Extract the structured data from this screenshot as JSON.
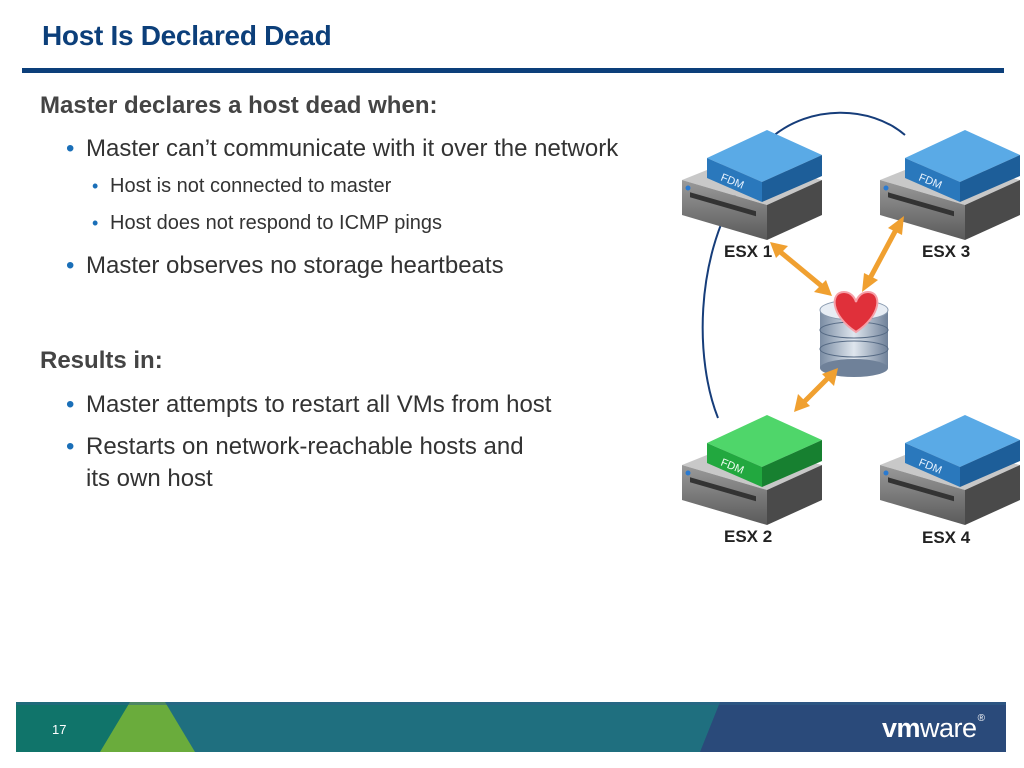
{
  "slide": {
    "title": "Host Is Declared Dead",
    "page_number": "17"
  },
  "section1": {
    "heading": "Master declares a host dead when:",
    "bullet1": "Master can’t communicate with it over the network",
    "sub1": "Host is not connected to master",
    "sub2": "Host does not respond to ICMP pings",
    "bullet2": "Master observes no storage heartbeats"
  },
  "section2": {
    "heading": "Results in:",
    "bullet1": "Master attempts to restart all VMs from host",
    "bullet2_line1": "Restarts on network-reachable hosts and",
    "bullet2_line2": "its own host"
  },
  "diagram": {
    "hosts": [
      {
        "label": "ESX 1",
        "agent": "FDM",
        "state": "normal"
      },
      {
        "label": "ESX 3",
        "agent": "FDM",
        "state": "normal"
      },
      {
        "label": "ESX 2",
        "agent": "FDM",
        "state": "master"
      },
      {
        "label": "ESX 4",
        "agent": "FDM",
        "state": "normal"
      }
    ],
    "colors": {
      "normal": "#3a8fd0",
      "master": "#2db84a",
      "arrow": "#f0a030",
      "heart": "#e0303a"
    }
  },
  "brand": {
    "logo_bold": "vm",
    "logo_regular": "ware",
    "logo_mark": "®"
  }
}
